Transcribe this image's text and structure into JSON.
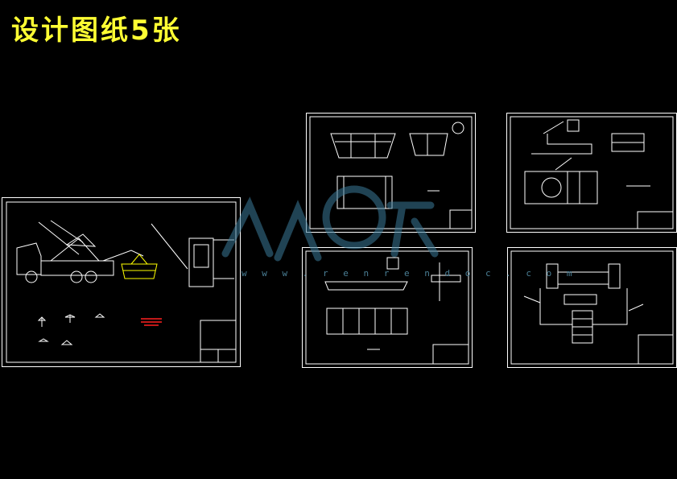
{
  "header": {
    "title": "设计图纸5张"
  },
  "colors": {
    "title": "#ffff33",
    "line": "#ffffff",
    "accent_red": "#ff2020",
    "accent_yellow": "#ffff00",
    "watermark": "#3b7b99"
  },
  "watermark": {
    "text": "w w w . r e n r e n d o c . c o m",
    "icon": "renrendoc-logo-icon"
  },
  "sheets": [
    {
      "name": "truck-assembly-drawing"
    },
    {
      "name": "bucket-drawing"
    },
    {
      "name": "frame-part-drawing"
    },
    {
      "name": "beam-drawing"
    },
    {
      "name": "hydraulic-drawing"
    }
  ]
}
